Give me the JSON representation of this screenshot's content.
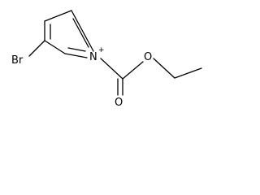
{
  "molecule": {
    "atoms": {
      "bromine": "Br",
      "nitrogen": "N",
      "nitrogen_charge": "+",
      "carbonyl_oxygen": "O",
      "ester_oxygen": "O"
    },
    "colors": {
      "ink": "#000000",
      "background": "#ffffff"
    }
  }
}
